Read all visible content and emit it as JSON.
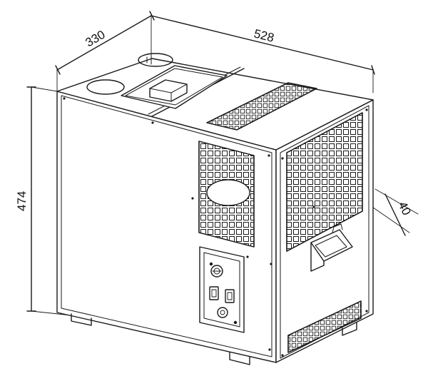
{
  "diagram": {
    "dimensions": {
      "depth": "330",
      "width": "528",
      "height": "474",
      "offset": "40"
    },
    "colors": {
      "line": "#1a1a1a",
      "fill": "#ffffff"
    }
  }
}
